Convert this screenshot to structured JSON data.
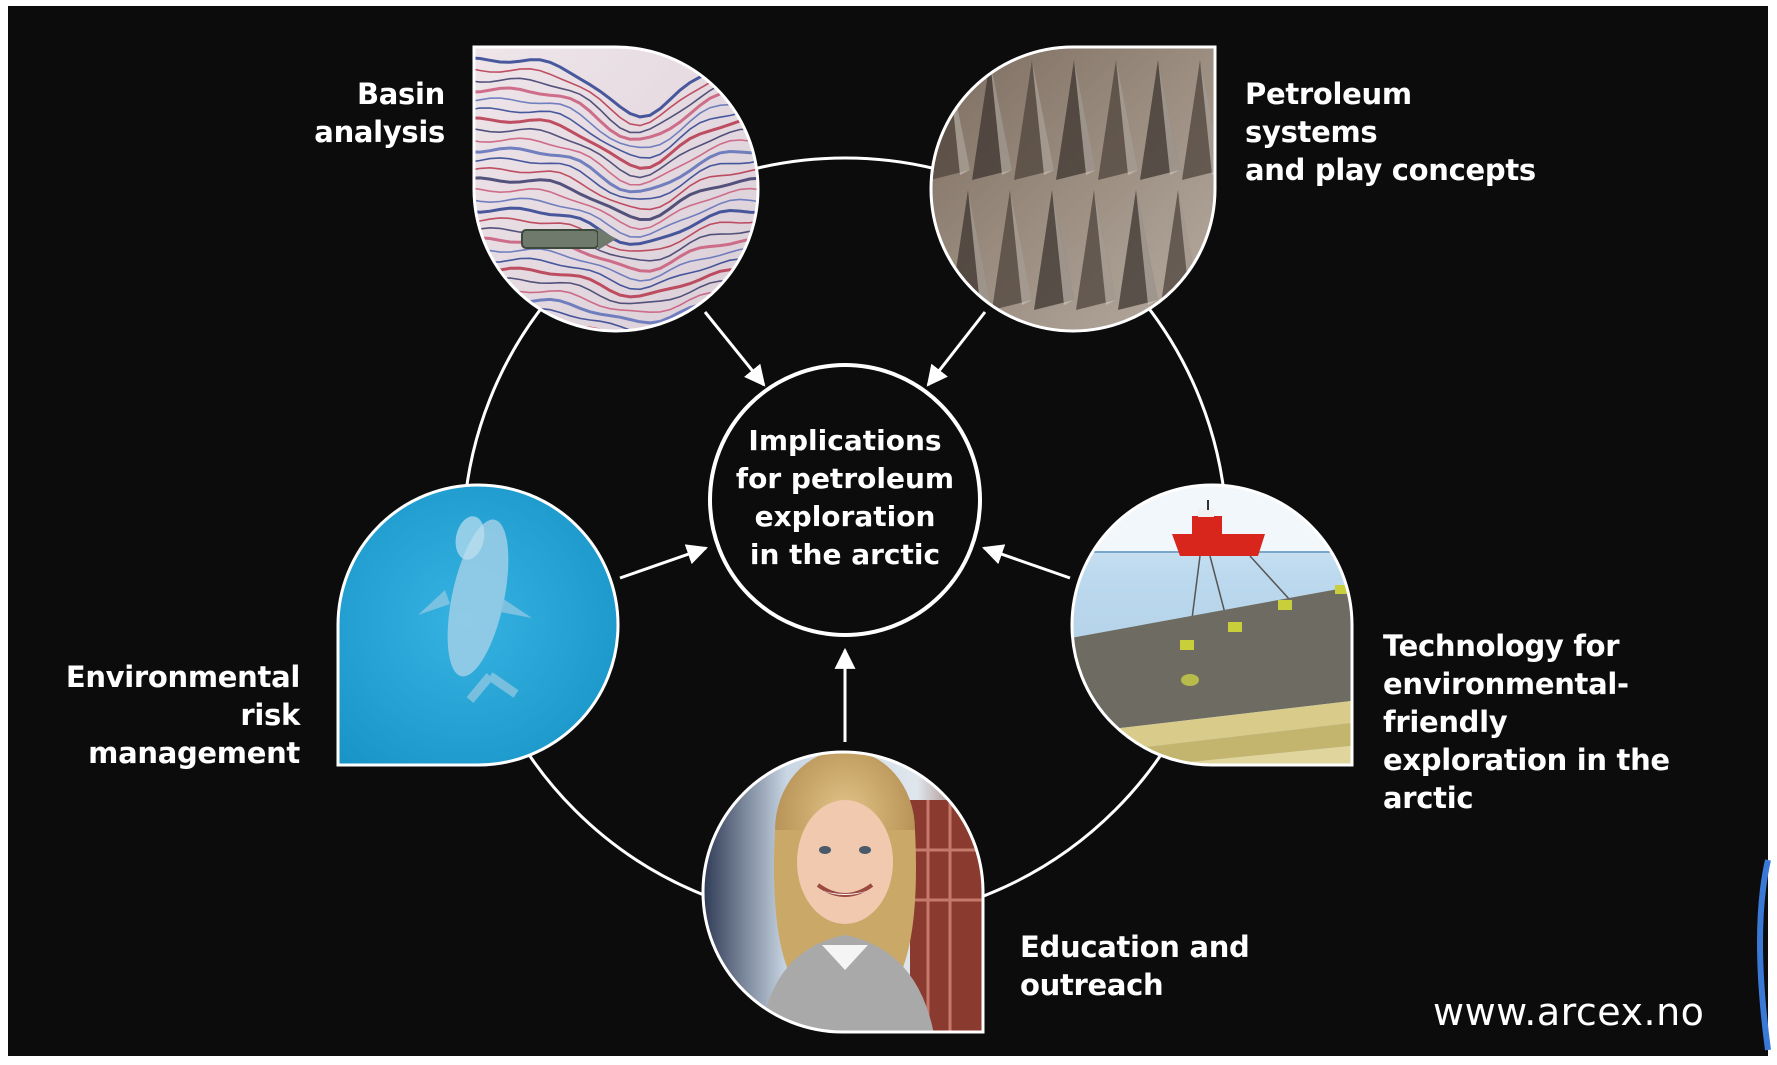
{
  "diagram": {
    "center": "Implications\nfor petroleum\nexploration\nin the arctic",
    "nodes": {
      "basin": {
        "label": "Basin\nanalysis",
        "icon": "seismic-section-photo"
      },
      "petroleum": {
        "label": "Petroleum systems\nand play concepts",
        "icon": "rock-outcrop-photo"
      },
      "environment": {
        "label": "Environmental risk\nmanagement",
        "icon": "whale-in-ocean-photo"
      },
      "technology": {
        "label": "Technology for\nenvironmental-friendly\nexploration in the arctic",
        "icon": "survey-vessel-illustration"
      },
      "education": {
        "label": "Education and\noutreach",
        "icon": "student-portrait-photo"
      }
    },
    "footer_url": "www.arcex.no"
  },
  "colors": {
    "background": "#0c0c0c",
    "text": "#ffffff",
    "ring": "#ffffff",
    "ocean": "#1d9fd1",
    "ship": "#d9261c"
  }
}
